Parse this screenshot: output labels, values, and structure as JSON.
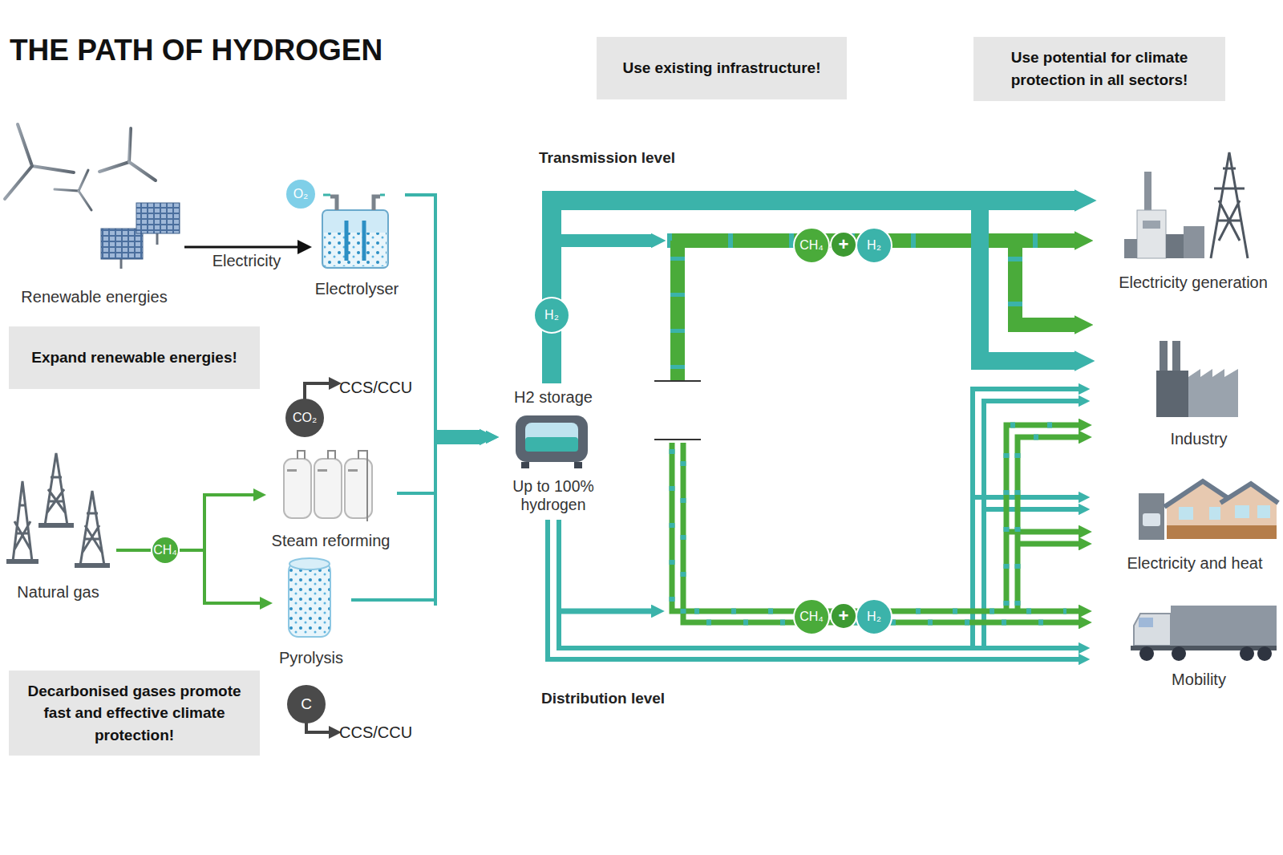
{
  "diagram": {
    "title": "THE PATH OF HYDROGEN",
    "nodes": [
      {
        "text": [
          "Use existing infrastructure!"
        ]
      },
      {
        "text": [
          "Use potential for climate protection in all sectors!"
        ]
      },
      {
        "text": [
          "Renewable energies"
        ]
      },
      {
        "text": [
          "O₂"
        ]
      },
      {
        "text": [
          "Electrolyser"
        ]
      },
      {
        "text": [
          "Expand renewable energies!"
        ]
      },
      {
        "text": [
          "CO₂"
        ]
      },
      {
        "text": [
          "Steam reforming"
        ]
      },
      {
        "text": [
          "Natural gas"
        ]
      },
      {
        "text": [
          "CH₄"
        ]
      },
      {
        "text": [
          "Pyrolysis"
        ]
      },
      {
        "text": [
          "C"
        ]
      },
      {
        "text": [
          "Decarbonised gases promote fast and effective climate protection!"
        ]
      },
      {
        "text": [
          "H₂"
        ]
      },
      {
        "text": [
          "H2 storage",
          "Up to 100% hydrogen"
        ]
      },
      {
        "text": [
          "CH₄"
        ]
      },
      {
        "text": [
          "+"
        ]
      },
      {
        "text": [
          "H₂"
        ]
      },
      {
        "text": [
          "CH₄"
        ]
      },
      {
        "text": [
          "+"
        ]
      },
      {
        "text": [
          "H₂"
        ]
      },
      {
        "text": [
          "Electricity generation"
        ]
      },
      {
        "text": [
          "Industry"
        ]
      },
      {
        "text": [
          "Electricity and heat"
        ]
      },
      {
        "text": [
          "Mobility"
        ]
      }
    ],
    "edges": [
      {
        "from": 2,
        "to": 4,
        "label": "Electricity",
        "arrow": "to"
      },
      {
        "from": 8,
        "to": 9,
        "arrow": "none"
      },
      {
        "from": 9,
        "to": 7,
        "arrow": "to"
      },
      {
        "from": 9,
        "to": 10,
        "arrow": "to"
      },
      {
        "from": 4,
        "to": 14,
        "arrow": "to"
      },
      {
        "from": 7,
        "to": 14,
        "arrow": "to"
      },
      {
        "from": 10,
        "to": 14,
        "arrow": "to"
      }
    ],
    "labels": [
      "Transmission level",
      "Distribution level",
      "CCS/CCU",
      "CCS/CCU"
    ]
  }
}
